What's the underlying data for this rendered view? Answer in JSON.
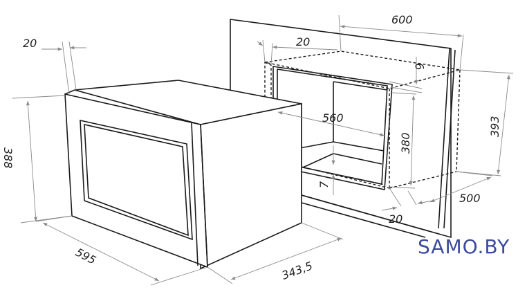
{
  "dimensions": {
    "panel_thickness": "20",
    "niche_side_gap": "20",
    "cabinet_width": "600",
    "niche_top_gap": "6",
    "niche_inner_width": "560",
    "niche_height": "380",
    "cabinet_height": "393",
    "niche_bottom_gap": "7",
    "niche_depth": "500",
    "niche_front_gap": "20",
    "oven_height": "388",
    "oven_width": "595",
    "oven_depth": "343,5"
  },
  "brand": {
    "name": "SAMO.BY",
    "color": "#3c4a9c"
  }
}
